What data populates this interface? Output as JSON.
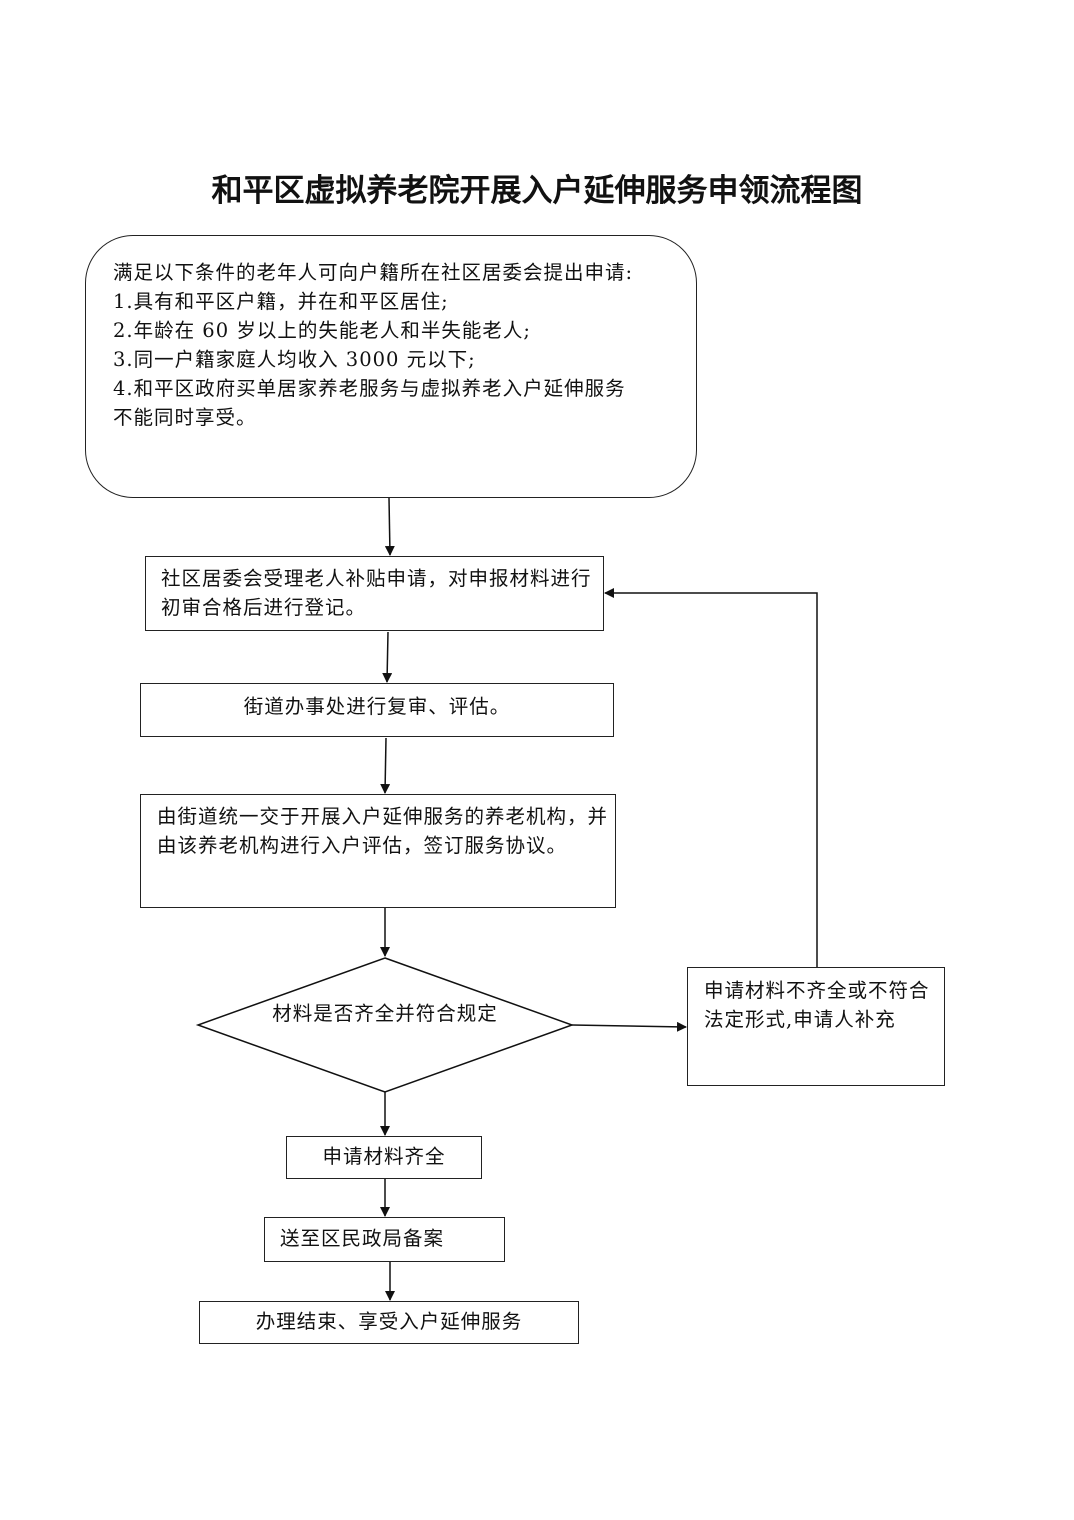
{
  "title": "和平区虚拟养老院开展入户延伸服务申领流程图",
  "conditions": {
    "intro": "满足以下条件的老年人可向户籍所在社区居委会提出申请:",
    "items": [
      "1.具有和平区户籍，并在和平区居住;",
      "2.年龄在 60 岁以上的失能老人和半失能老人;",
      "3.同一户籍家庭人均收入 3000 元以下;",
      "4.和平区政府买单居家养老服务与虚拟养老入户延伸服务",
      "不能同时享受。"
    ]
  },
  "steps": {
    "community_accept": "社区居委会受理老人补贴申请，对申报材料进行初审合格后进行登记。",
    "street_review": "街道办事处进行复审、评估。",
    "institution": "由街道统一交于开展入户延伸服务的养老机构，并由该养老机构进行入户评估，签订服务协议。",
    "decision": "材料是否齐全并符合规定",
    "incomplete": "申请材料不齐全或不符合法定形式,申请人补充",
    "complete": "申请材料齐全",
    "file_record": "送至区民政局备案",
    "finish": "办理结束、享受入户延伸服务"
  }
}
